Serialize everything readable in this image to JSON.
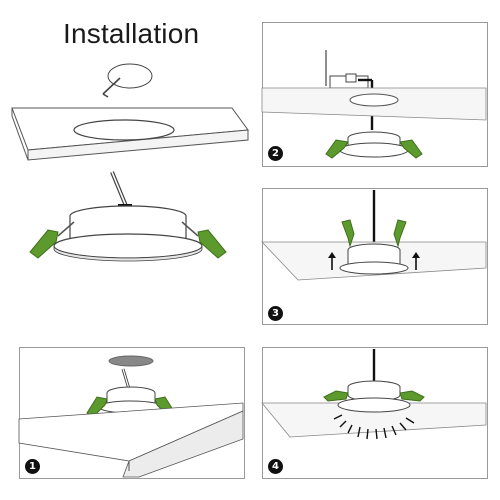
{
  "title": "Installation",
  "steps": [
    {
      "number": "1"
    },
    {
      "number": "2"
    },
    {
      "number": "3"
    },
    {
      "number": "4"
    }
  ],
  "colors": {
    "clip_green": "#5d9a2e",
    "clip_dark": "#3f6f1c",
    "line": "#444444",
    "panel_border": "#9a9a9a",
    "badge": "#111111"
  }
}
